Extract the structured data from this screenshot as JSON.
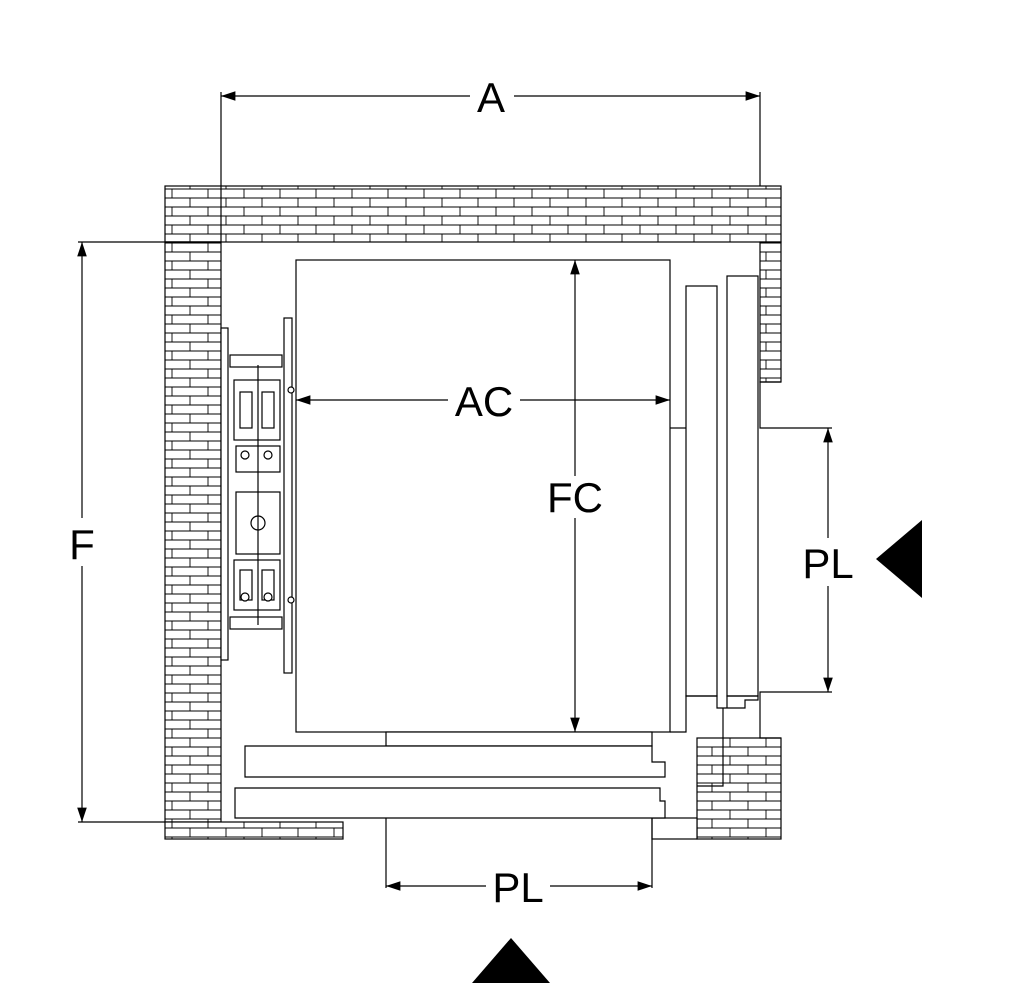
{
  "labels": {
    "shaft_width": "A",
    "shaft_depth": "F",
    "car_width": "AC",
    "car_depth": "FC",
    "door_side": "PL",
    "door_front": "PL"
  },
  "colors": {
    "line": "#000000",
    "background": "#ffffff"
  },
  "icons": {
    "entrance_front": "triangle-up-icon",
    "entrance_side": "triangle-left-icon"
  }
}
